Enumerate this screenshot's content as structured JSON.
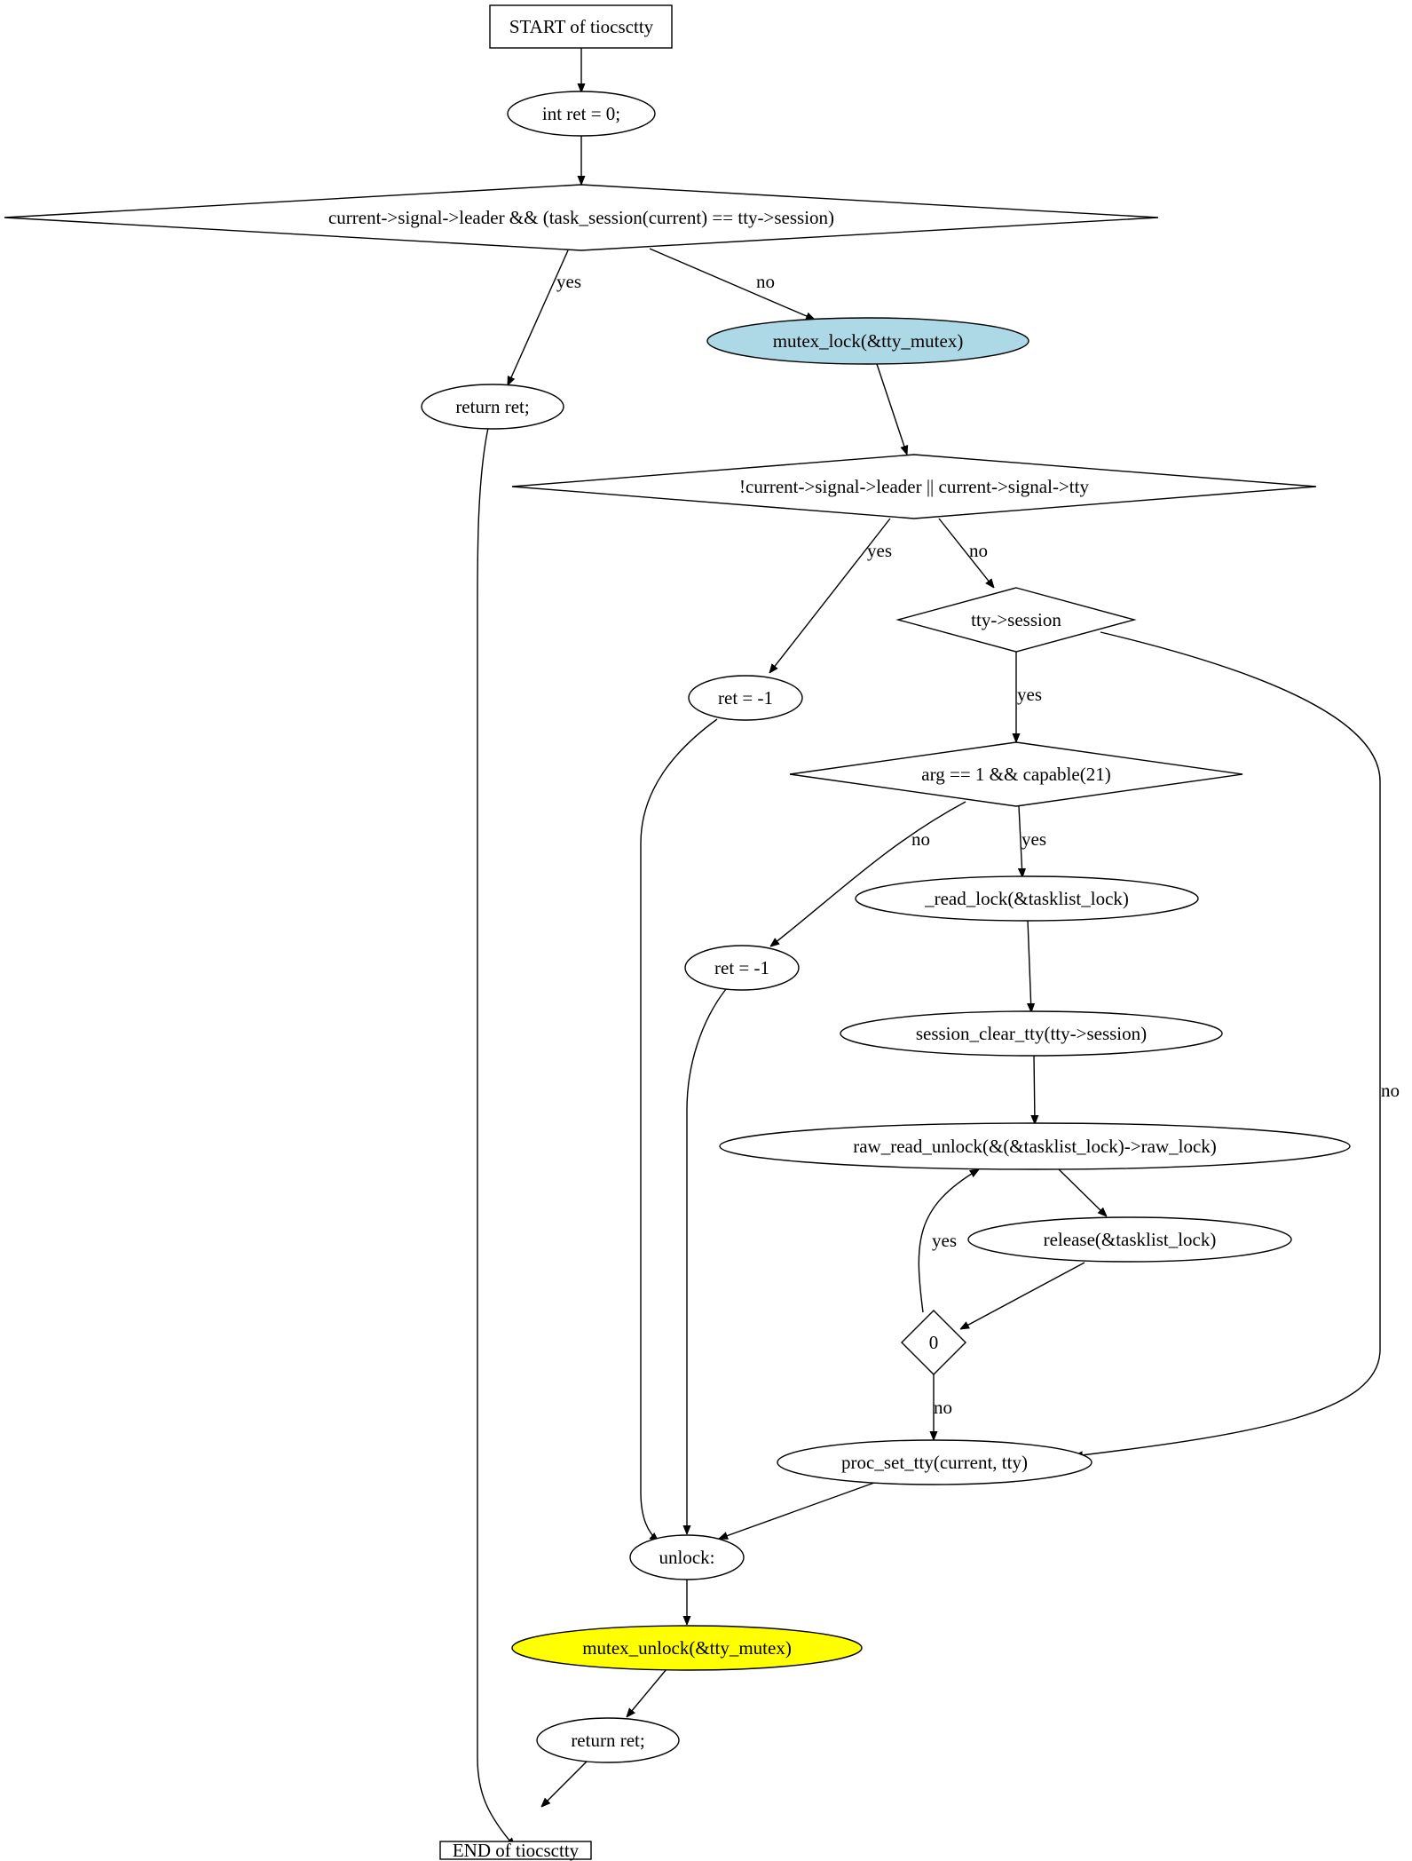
{
  "diagram": {
    "nodes": {
      "start": "START of tiocsctty",
      "init_ret": "int ret = 0;",
      "cond_leader_session": "current->signal->leader && (task_session(current) == tty->session)",
      "return_early": "return ret;",
      "mutex_lock": "mutex_lock(&tty_mutex)",
      "cond_not_leader_or_tty": "!current->signal->leader || current->signal->tty",
      "ret_neg1_a": "ret = -1",
      "cond_tty_session": "tty->session",
      "cond_arg_capable": "arg == 1 && capable(21)",
      "ret_neg1_b": "ret = -1",
      "read_lock": "_read_lock(&tasklist_lock)",
      "session_clear": "session_clear_tty(tty->session)",
      "raw_read_unlock": "raw_read_unlock(&(&tasklist_lock)->raw_lock)",
      "release": "release(&tasklist_lock)",
      "cond_zero": "0",
      "proc_set_tty": "proc_set_tty(current, tty)",
      "unlock_label": "unlock:",
      "mutex_unlock": "mutex_unlock(&tty_mutex)",
      "return_final": "return ret;",
      "end": "END of tiocsctty"
    },
    "edge_labels": {
      "yes": "yes",
      "no": "no"
    },
    "colors": {
      "mutex_lock_fill": "#add8e6",
      "mutex_unlock_fill": "#ffff00",
      "default_fill": "#ffffff",
      "stroke": "#000000"
    }
  }
}
